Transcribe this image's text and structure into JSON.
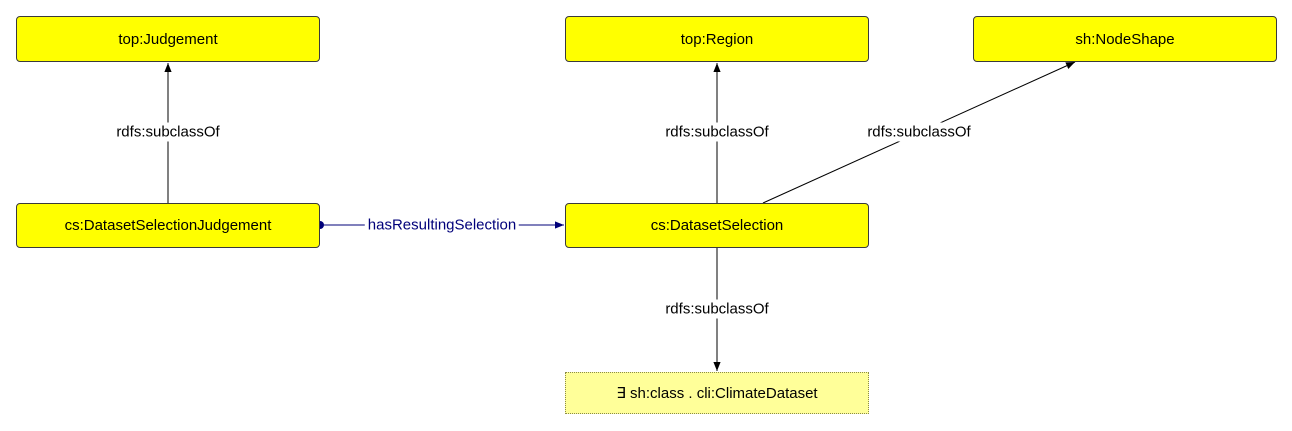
{
  "nodes": {
    "judgement": "top:Judgement",
    "region": "top:Region",
    "nodeshape": "sh:NodeShape",
    "dataset_selection_judgement": "cs:DatasetSelectionJudgement",
    "dataset_selection": "cs:DatasetSelection",
    "restriction": "∃ sh:class . cli:ClimateDataset"
  },
  "edges": {
    "dsj_subclass": "rdfs:subclassOf",
    "ds_region_subclass": "rdfs:subclassOf",
    "ds_nodeshape_subclass": "rdfs:subclassOf",
    "has_resulting_selection": "hasResultingSelection",
    "ds_restriction_subclass": "rdfs:subclassOf"
  },
  "colors": {
    "class_fill": "#ffff00",
    "restriction_fill": "#ffff99",
    "property_edge": "#00007a",
    "subclass_edge": "#000000"
  }
}
